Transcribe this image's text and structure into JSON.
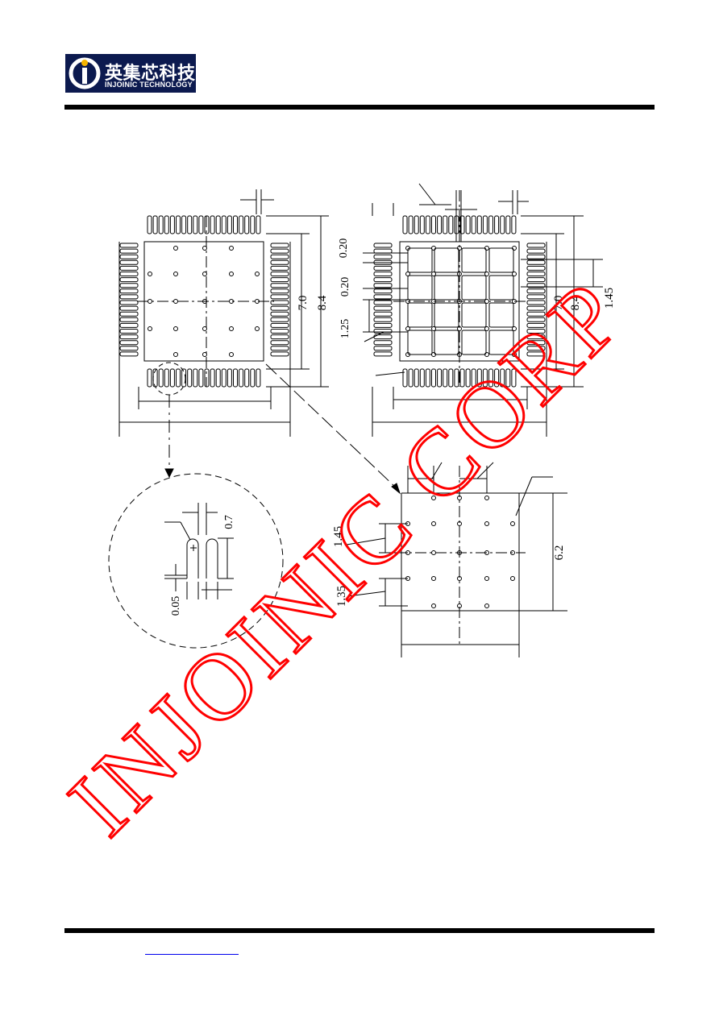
{
  "header": {
    "logo_cn": "英集芯科技",
    "logo_en": "INJOINIC TECHNOLOGY",
    "logo_icon": "logo-i-icon",
    "logo_color": "#0c1a4f",
    "logo_accent": "#f5b400"
  },
  "diagram": {
    "left_view": {
      "dim_7": "7.0",
      "dim_8": "8.4"
    },
    "right_view": {
      "dim_020_a": "0.20",
      "dim_020_b": "0.20",
      "dim_125": "1.25",
      "dim_7": "7.0",
      "dim_8": "8.4",
      "dim_145": "1.45"
    },
    "detail_view": {
      "dim_07": "0.7",
      "dim_005": "0.05"
    },
    "via_view": {
      "dim_145": "1.45",
      "dim_135": "1.35",
      "dim_62": "6.2"
    }
  },
  "watermark": {
    "text": "INJOINIC CORP",
    "color": "#ff0000"
  },
  "footer": {
    "link_text": ""
  }
}
